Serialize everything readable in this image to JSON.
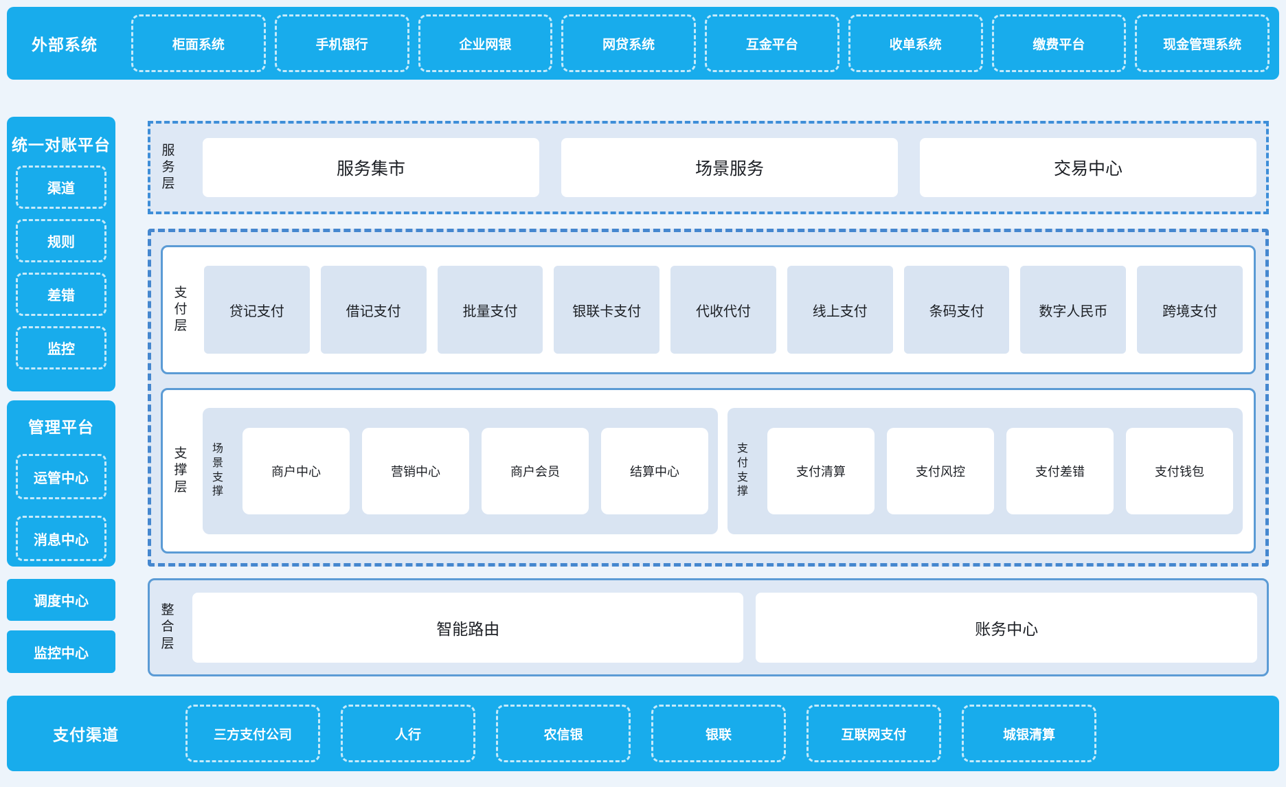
{
  "colors": {
    "bar_blue": "#18ACEC",
    "page_bg": "#EDF4FB",
    "panel_bg": "#DEE8F5",
    "inner_box_bg": "#D9E4F2",
    "solid_border": "#5B9BD5",
    "dashed_border": "#4587CF",
    "dashdot_border": "#3E8ED8",
    "text_dark": "#1c1f24",
    "text_white": "#FFFFFF"
  },
  "top_bar": {
    "label": "外部系统",
    "items": [
      "柜面系统",
      "手机银行",
      "企业网银",
      "网贷系统",
      "互金平台",
      "收单系统",
      "缴费平台",
      "现金管理系统"
    ]
  },
  "sidebar": {
    "reconciliation": {
      "title": "统一对账平台",
      "items": [
        "渠道",
        "规则",
        "差错",
        "监控"
      ]
    },
    "management": {
      "title": "管理平台",
      "items": [
        "运管中心",
        "消息中心"
      ]
    },
    "dispatch_center": "调度中心",
    "monitor_center": "监控中心"
  },
  "service_layer": {
    "label": "服务层",
    "items": [
      "服务集市",
      "场景服务",
      "交易中心"
    ]
  },
  "payment_layer": {
    "label": "支付层",
    "items": [
      "贷记支付",
      "借记支付",
      "批量支付",
      "银联卡支付",
      "代收代付",
      "线上支付",
      "条码支付",
      "数字人民币",
      "跨境支付"
    ]
  },
  "support_layer": {
    "label": "支撑层",
    "groups": [
      {
        "label": "场景支撑",
        "items": [
          "商户中心",
          "营销中心",
          "商户会员",
          "结算中心"
        ]
      },
      {
        "label": "支付支撑",
        "items": [
          "支付清算",
          "支付风控",
          "支付差错",
          "支付钱包"
        ]
      }
    ]
  },
  "integration_layer": {
    "label": "整合层",
    "items": [
      "智能路由",
      "账务中心"
    ]
  },
  "bottom_bar": {
    "label": "支付渠道",
    "items": [
      "三方支付公司",
      "人行",
      "农信银",
      "银联",
      "互联网支付",
      "城银清算"
    ]
  }
}
